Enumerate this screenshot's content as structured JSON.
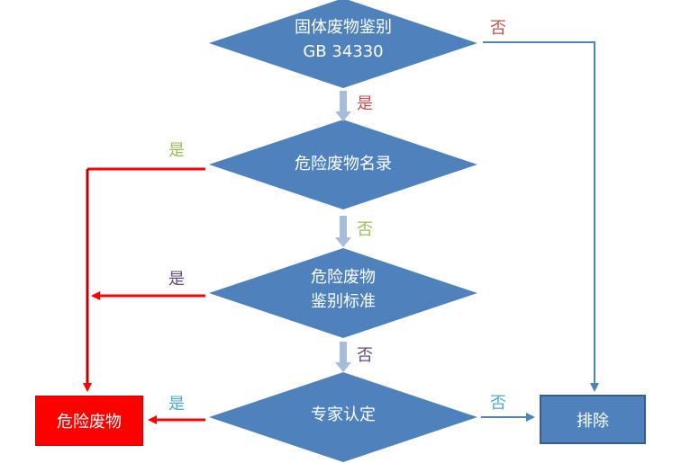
{
  "colors": {
    "decision_fill": "#4f81bd",
    "decision_text": "#ffffff",
    "down_arrow": "#a6bcd9",
    "red": "#ff0000",
    "dark_red": "#c00000",
    "blue_line": "#4f81bd",
    "exclude_fill": "#4f81bd",
    "exclude_border": "#385d8a",
    "label_red": "#c0504d",
    "label_olive": "#9bbb59",
    "label_purple": "#604a7b",
    "label_teal": "#4bacc6"
  },
  "decisions": [
    {
      "line1": "固体废物鉴别",
      "line2": "GB 34330"
    },
    {
      "line1": "危险废物名录",
      "line2": ""
    },
    {
      "line1": "危险废物",
      "line2": "鉴别标准"
    },
    {
      "line1": "专家认定",
      "line2": ""
    }
  ],
  "labels": {
    "d1_no": "否",
    "d1_yes": "是",
    "d2_yes": "是",
    "d2_no": "否",
    "d3_yes": "是",
    "d3_no": "否",
    "d4_yes": "是",
    "d4_no": "否"
  },
  "outcomes": {
    "hazardous": "危险废物",
    "exclude": "排除"
  }
}
